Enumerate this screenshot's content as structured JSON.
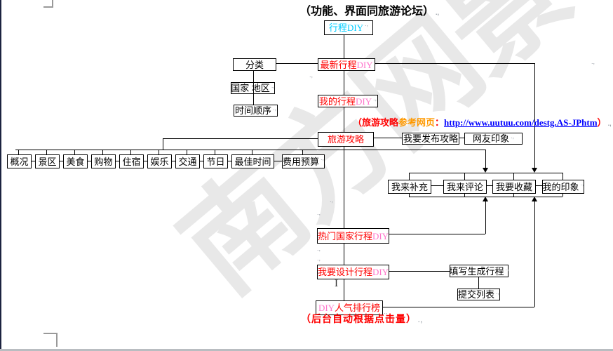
{
  "watermark": "南方网景",
  "para_mark": ".,",
  "captions": {
    "title": "（功能、界面同旅游论坛）",
    "ref_note": {
      "open": "（旅游攻略",
      "highlight": "参考网页",
      "colon": "：",
      "url": "http://www.uutuu.com/destg.AS-JPhtm",
      "close": "）"
    },
    "bottom_note": "（后台自动根据点击量）"
  },
  "nodes": {
    "root": {
      "cn": "行程",
      "en": " DIY"
    },
    "classify": {
      "cn": "分类"
    },
    "country_region": {
      "cn": "国家 地区"
    },
    "time_order": {
      "cn": "时间顺序"
    },
    "latest_diy": {
      "cn": "最新行程",
      "en": " DIY"
    },
    "my_diy": {
      "cn": "我的行程",
      "en": " DIY"
    },
    "travel_guide": {
      "cn": "旅游攻略"
    },
    "publish_guide": {
      "cn": "我要发布攻略"
    },
    "netizen_impression": {
      "cn": "网友印象"
    },
    "supplement": {
      "cn": "我来补充"
    },
    "comment": {
      "cn": "我来评论"
    },
    "collect": {
      "cn": "我要收藏"
    },
    "my_impression": {
      "cn": "我的印象"
    },
    "hot_country_diy": {
      "cn": "热门国家行程",
      "en": " DIY"
    },
    "design_diy": {
      "cn": "我要设计行程",
      "en": " DIY"
    },
    "fill_generate": {
      "cn": "填写生成行程"
    },
    "submit_list": {
      "cn": "提交列表"
    },
    "rank": {
      "en": "DIY",
      "cn": " 人气排行榜"
    }
  },
  "categories": [
    "概况",
    "景区",
    "美食",
    "购物",
    "住宿",
    "娱乐",
    "交通",
    "节日",
    "最佳时间",
    "费用预算"
  ],
  "cursor": "I",
  "colors": {
    "red": "#ff0000",
    "pink": "#ff77cc",
    "cyan": "#00ccff",
    "orange": "#ff9900",
    "link": "#0000ff",
    "watermark": "#e8e8e8"
  }
}
